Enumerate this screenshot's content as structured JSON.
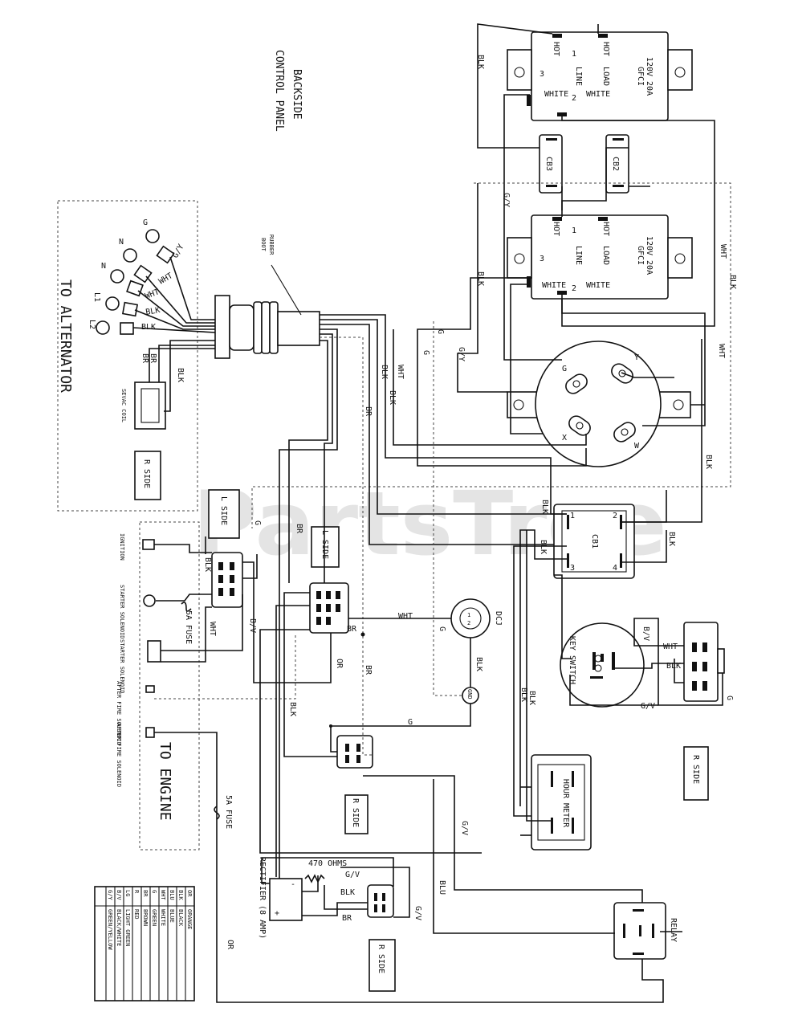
{
  "labels": {
    "backside": "BACKSIDE",
    "control_panel": "CONTROL PANEL",
    "to_alternator": "TO ALTERNATOR",
    "to_engine": "TO ENGINE",
    "rubber_boot_1": "RUBBER",
    "rubber_boot_2": "BOOT",
    "sevac_coil": "SEVAC COIL",
    "watermark": "PartsTree"
  },
  "alternator_leads": [
    "G",
    "N",
    "N",
    "L1",
    "L2"
  ],
  "alternator_wires": [
    "G/Y",
    "WHT",
    "WHT",
    "BLK",
    "BLK"
  ],
  "gfci_top": {
    "rating": "120V 20A",
    "type": "GFCI",
    "line": "LINE",
    "load": "LOAD",
    "hot1": "HOT",
    "hot2": "HOT",
    "white1": "WHITE",
    "white2": "WHITE",
    "n1": "1",
    "n2": "2",
    "n3": "3"
  },
  "gfci_bottom": {
    "rating": "120V 20A",
    "type": "GFCI",
    "line": "LINE",
    "load": "LOAD",
    "hot1": "HOT",
    "hot2": "HOT",
    "white1": "WHITE",
    "white2": "WHITE",
    "n1": "1",
    "n2": "2",
    "n3": "3"
  },
  "breakers": {
    "cb1": "CB1",
    "cb2": "CB2",
    "cb3": "CB3",
    "cb1_pins": [
      "1",
      "2",
      "3",
      "4"
    ]
  },
  "receptacle_pins": [
    "G",
    "Y",
    "X",
    "W"
  ],
  "engine_items": [
    "IGNITION",
    "STARTER SOLENOID",
    "STARTER SOLENOID",
    "AFTER FIRE SOLENOID",
    "AFTER FIRE SOLENOID"
  ],
  "fuses": [
    "5A FUSE",
    "5A FUSE"
  ],
  "side_tags": [
    "R SIDE",
    "L SIDE",
    "L SIDE",
    "R SIDE",
    "R SIDE",
    "R SIDE"
  ],
  "dcj": {
    "label": "DCJ",
    "pin1": "1",
    "pin2": "2"
  },
  "gnd": "GND",
  "key_switch": "KEY SWITCH",
  "hour_meter": "HOUR METER",
  "relay": "RELAY",
  "rectifier": "RECTIFIER (8 AMP)",
  "resistor": "470 OHMS",
  "rect_plus": "+",
  "rect_minus": "-",
  "wire_codes": {
    "blk": "BLK",
    "wht": "WHT",
    "br": "BR",
    "g": "G",
    "gy": "G/Y",
    "gv": "G/V",
    "bv": "B/V",
    "blu": "BLU",
    "or": "OR",
    "r": "R"
  },
  "legend": [
    {
      "code": "OR",
      "desc": "ORANGE"
    },
    {
      "code": "BLK",
      "desc": "BLACK"
    },
    {
      "code": "BLU",
      "desc": "BLUE"
    },
    {
      "code": "WHT",
      "desc": "WHITE"
    },
    {
      "code": "G",
      "desc": "GREEN"
    },
    {
      "code": "BR",
      "desc": "BROWN"
    },
    {
      "code": "R",
      "desc": "RED"
    },
    {
      "code": "LG",
      "desc": "LIGHT GREEN"
    },
    {
      "code": "B/V",
      "desc": "BLACK/WHITE"
    },
    {
      "code": "G/Y",
      "desc": "GREEN/YELLOW"
    }
  ]
}
